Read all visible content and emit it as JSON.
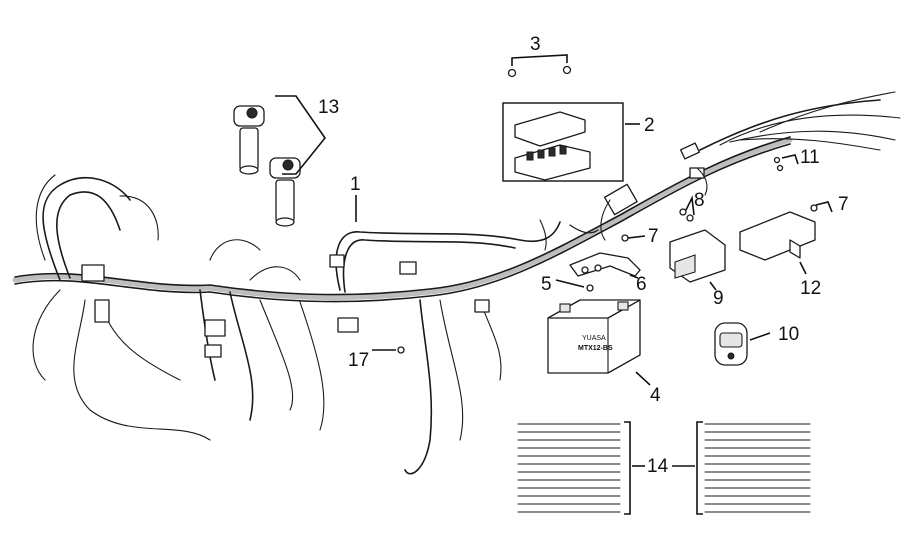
{
  "diagram": {
    "callouts": {
      "c1": "1",
      "c2": "2",
      "c3": "3",
      "c4": "4",
      "c5": "5",
      "c6": "6",
      "c7a": "7",
      "c7b": "7",
      "c8": "8",
      "c9": "9",
      "c10": "10",
      "c11": "11",
      "c12": "12",
      "c13": "13",
      "c14": "14",
      "c17": "17"
    },
    "battery_label": "MTX12-BS",
    "battery_brand": "YUASA"
  }
}
